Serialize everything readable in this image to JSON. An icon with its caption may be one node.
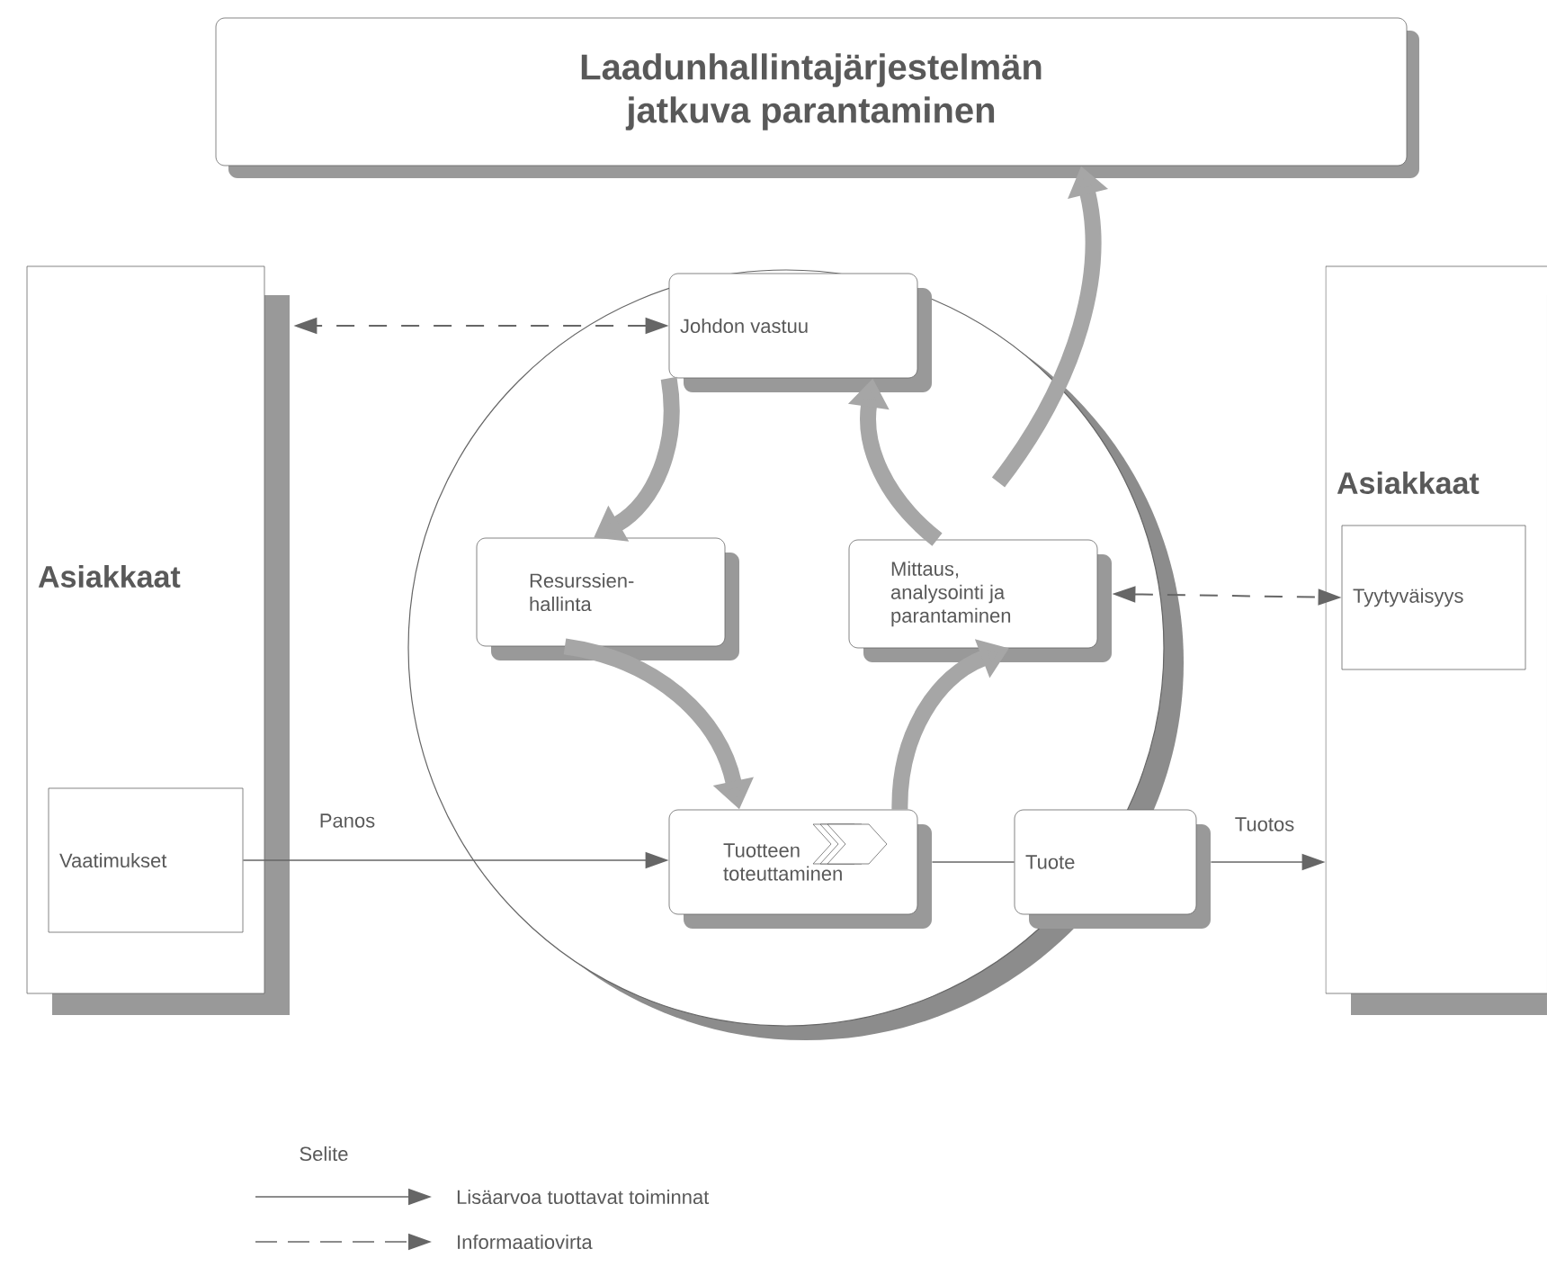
{
  "diagram": {
    "nodes": [
      {
        "text": [
          "Laadunhallintajärjestelmän jatkuva parantaminen"
        ]
      },
      {
        "text": [
          "Asiakkaat"
        ]
      },
      {
        "text": [
          "Vaatimukset"
        ],
        "in": 1
      },
      {
        "text": [
          "Johdon vastuu"
        ]
      },
      {
        "text": [
          "Resurssien-hallinta"
        ]
      },
      {
        "text": [
          "Mittaus, analysointi ja parantaminen"
        ]
      },
      {
        "text": [
          "Tuotteen toteuttaminen"
        ]
      },
      {
        "text": [
          "Tuote"
        ]
      },
      {
        "text": [
          "Asiakkaat"
        ]
      },
      {
        "text": [
          "Tyytyväisyys"
        ],
        "in": 8
      }
    ],
    "edges": [
      {
        "from": 3,
        "to": 4,
        "arrow": "to",
        "style": "thick"
      },
      {
        "from": 4,
        "to": 6,
        "arrow": "to",
        "style": "thick"
      },
      {
        "from": 6,
        "to": 5,
        "arrow": "to",
        "style": "thick"
      },
      {
        "from": 5,
        "to": 3,
        "arrow": "to",
        "style": "thick"
      },
      {
        "from": null,
        "to": 0,
        "arrow": "to",
        "style": "thick"
      },
      {
        "from": 3,
        "to": 1,
        "arrow": "both",
        "style": "dashed"
      },
      {
        "from": 2,
        "to": 6,
        "arrow": "to",
        "label": "Panos"
      },
      {
        "from": 6,
        "to": 7,
        "arrow": "none"
      },
      {
        "from": 7,
        "to": 8,
        "arrow": "to",
        "label": "Tuotos"
      },
      {
        "from": 5,
        "to": 9,
        "arrow": "both",
        "style": "dashed"
      }
    ],
    "labels": [
      "Selite"
    ],
    "legend": [
      {
        "text": "Lisäarvoa tuottavat toiminnat"
      },
      {
        "text": "Informaatiovirta"
      }
    ]
  }
}
